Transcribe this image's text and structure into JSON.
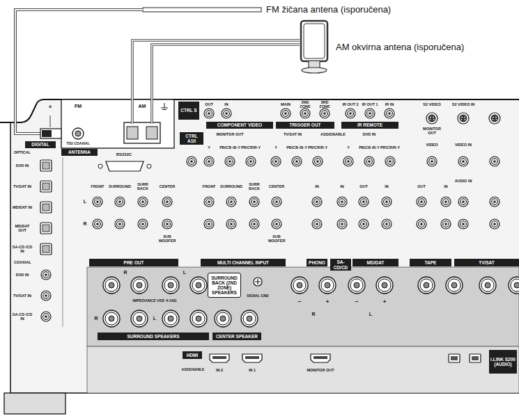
{
  "diagram": {
    "nodes": [
      {
        "text": [
          "ANTENNA"
        ]
      },
      {
        "text": [
          "DIGITAL"
        ]
      },
      {
        "text": [
          "CTRL S"
        ]
      },
      {
        "text": [
          "COMPONENT VIDEO"
        ]
      },
      {
        "text": [
          "TRIGGER OUT"
        ]
      },
      {
        "text": [
          "IR REMOTE"
        ]
      },
      {
        "text": [
          "CTRL A1II"
        ]
      },
      {
        "text": [
          "PRE OUT"
        ]
      },
      {
        "text": [
          "MULTI CHANNEL INPUT"
        ]
      },
      {
        "text": [
          "PHONO"
        ]
      },
      {
        "text": [
          "SA-CD/CD"
        ]
      },
      {
        "text": [
          "MD/DAT"
        ]
      },
      {
        "text": [
          "TAPE"
        ]
      },
      {
        "text": [
          "TV/SAT"
        ]
      },
      {
        "text": [
          "SURROUND SPEAKERS"
        ]
      },
      {
        "text": [
          "CENTER SPEAKER"
        ]
      },
      {
        "text": [
          "HDMI"
        ]
      },
      {
        "text": [
          "i.LINK S200 (AUDIO)"
        ]
      },
      {
        "text": [
          "SURROUND BACK (2ND ZONE) SPEAKERS"
        ]
      }
    ],
    "labels": [
      "FM žičana antena (isporučena)",
      "AM okvirna antena (isporučena)",
      "*",
      "FM",
      "AM",
      "75Ω COAXIAL",
      "OUT",
      "IN",
      "MAIN",
      "2ND ZONE",
      "3RD ZONE",
      "IR OUT 2",
      "IR OUT 1",
      "IR IN",
      "RS232C",
      "MONITOR OUT",
      "TV/SAT IN",
      "ASSIGNABLE",
      "DVD IN",
      "Y",
      "PB/CB /B-Y",
      "PR/CR/R-Y",
      "Y",
      "PB/CB /B-Y",
      "PR/CR/R-Y",
      "Y",
      "PB/CB /B-Y",
      "PR/CR/R-Y",
      "S2 VIDEO",
      "S2 VIDEO IN",
      "MONITOR OUT",
      "VIDEO",
      "VIDEO IN",
      "AUDIO IN",
      "OPTICAL",
      "DVD IN",
      "TV/SAT IN",
      "MD/DAT IN",
      "MD/DAT OUT",
      "SA-CD /CD IN",
      "COAXIAL",
      "DVD IN",
      "TV/SAT IN",
      "SA-CD /CD IN",
      "FRONT",
      "SURROUND",
      "SURR BACK",
      "CENTER",
      "FRONT",
      "SURROUND",
      "SURR BACK",
      "CENTER",
      "IN",
      "IN",
      "OUT",
      "IN",
      "OUT",
      "IN",
      "L",
      "R",
      "SUB WOOFER",
      "SUB WOOFER",
      "R",
      "L",
      "SIGNAL GND",
      "IMPEDANCE USE 4-16Ω",
      "−",
      "+",
      "−",
      "+",
      "R",
      "L",
      "R",
      "L",
      "ASSIGNABLE",
      "IN 2",
      "IN 1",
      "MONITOR OUT"
    ]
  }
}
